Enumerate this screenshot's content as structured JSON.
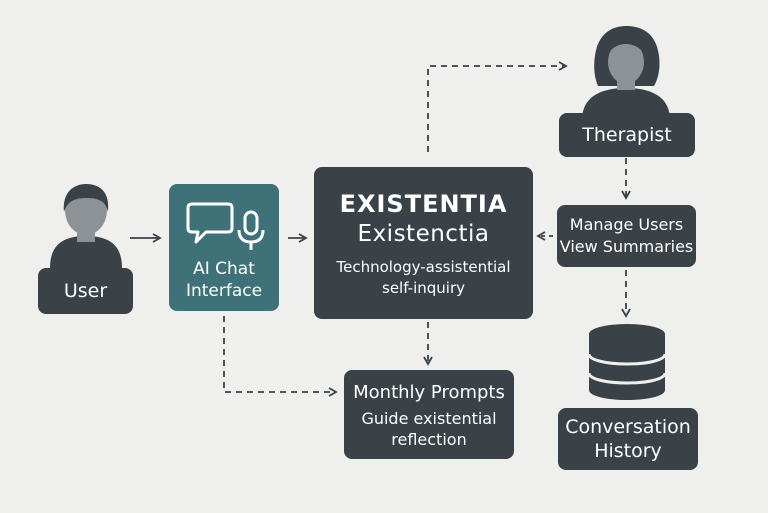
{
  "nodes": {
    "user": {
      "label": "User"
    },
    "chat": {
      "label_line1": "AI Chat",
      "label_line2": "Interface"
    },
    "core": {
      "title": "EXISTENTIA",
      "subtitle": "Existenctia",
      "desc_line1": "Technology-assistential",
      "desc_line2": "self-inquiry"
    },
    "therapist": {
      "label": "Therapist"
    },
    "manage": {
      "line1": "Manage Users",
      "line2": "View Summaries"
    },
    "prompts": {
      "line1": "Monthly Prompts",
      "line2": "Guide existential",
      "line3": "reflection"
    },
    "history": {
      "line1": "Conversation",
      "line2": "History"
    }
  },
  "colors": {
    "background": "#efefed",
    "box": "#3a4247",
    "accent_teal": "#3f7278",
    "person_gray": "#8c9296",
    "arrow": "#3a4247"
  },
  "icons": [
    "person-icon",
    "chat-bubble-icon",
    "microphone-icon",
    "database-icon"
  ]
}
